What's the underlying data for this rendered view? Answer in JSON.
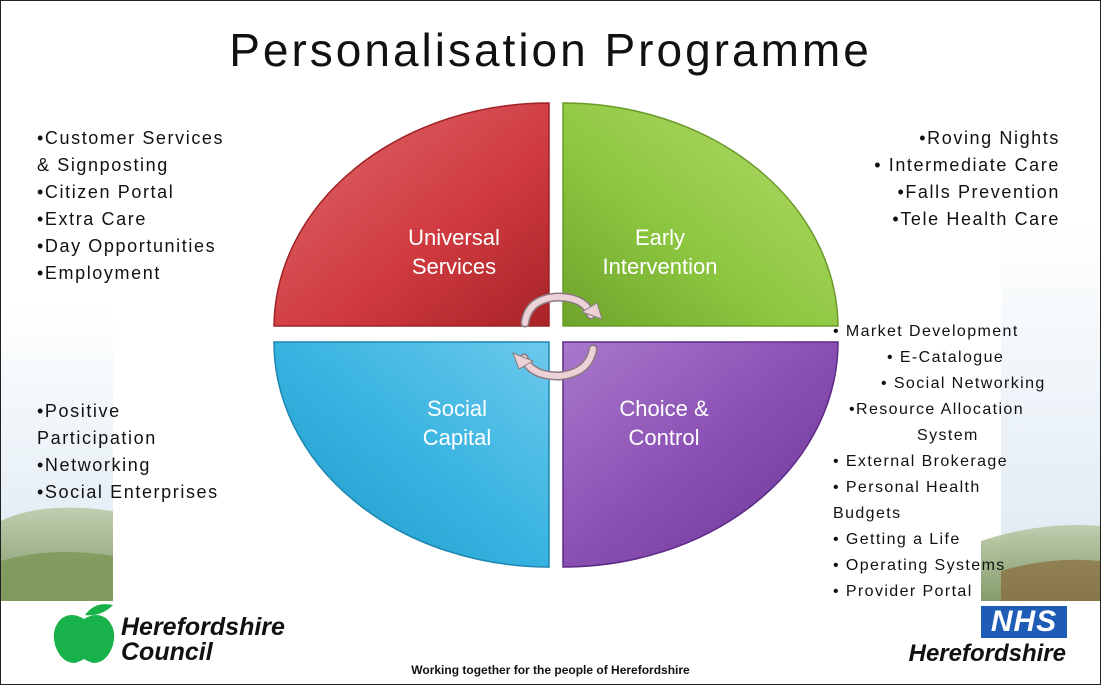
{
  "title": "Personalisation Programme",
  "quadrants": {
    "universal": [
      "Universal",
      "Services"
    ],
    "early": [
      "Early",
      "Intervention"
    ],
    "social": [
      "Social",
      "Capital"
    ],
    "choice": [
      "Choice &",
      "Control"
    ]
  },
  "lists": {
    "top_left": [
      "•Customer Services",
      "& Signposting",
      "•Citizen Portal",
      "•Extra Care",
      "•Day Opportunities",
      "•Employment"
    ],
    "top_right": [
      "•Roving Nights",
      "• Intermediate Care",
      "•Falls Prevention",
      "•Tele Health Care"
    ],
    "bottom_left": [
      "•Positive",
      "Participation",
      "•Networking",
      "•Social Enterprises"
    ],
    "bottom_right": [
      "• Market Development",
      "• E-Catalogue",
      "• Social Networking",
      "•Resource Allocation",
      "System",
      "• External Brokerage",
      "• Personal Health",
      "Budgets",
      "• Getting a Life",
      "• Operating Systems",
      "• Provider Portal"
    ]
  },
  "logos": {
    "council_line1": "Herefordshire",
    "council_line2": "Council",
    "nhs_badge": "NHS",
    "nhs_name": "Herefordshire"
  },
  "footer": "Working together for the people of Herefordshire",
  "colors": {
    "universal": "#cf3a3f",
    "early": "#8cc63f",
    "social": "#36b3e0",
    "choice": "#8a4fb3",
    "arrows": "#e8c8cc"
  },
  "icons": {
    "cycle": "circular-arrows-icon",
    "council_logo": "apple-icon"
  }
}
